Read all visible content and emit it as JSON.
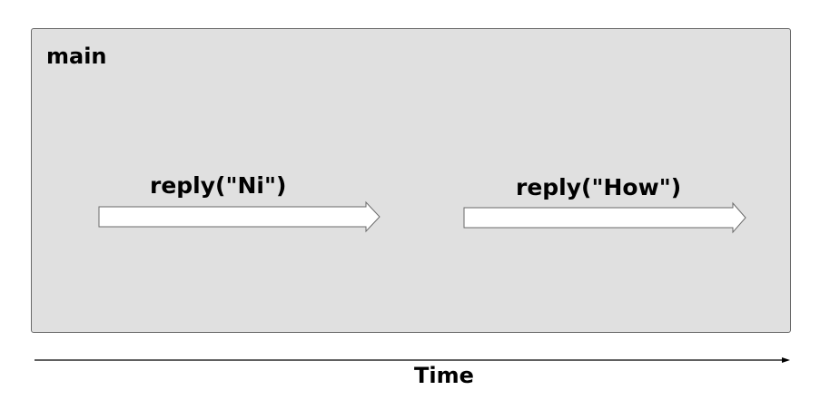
{
  "thread": {
    "label": "main",
    "calls": [
      {
        "label": "reply(\"Ni\")"
      },
      {
        "label": "reply(\"How\")"
      }
    ]
  },
  "timeline": {
    "label": "Time"
  }
}
